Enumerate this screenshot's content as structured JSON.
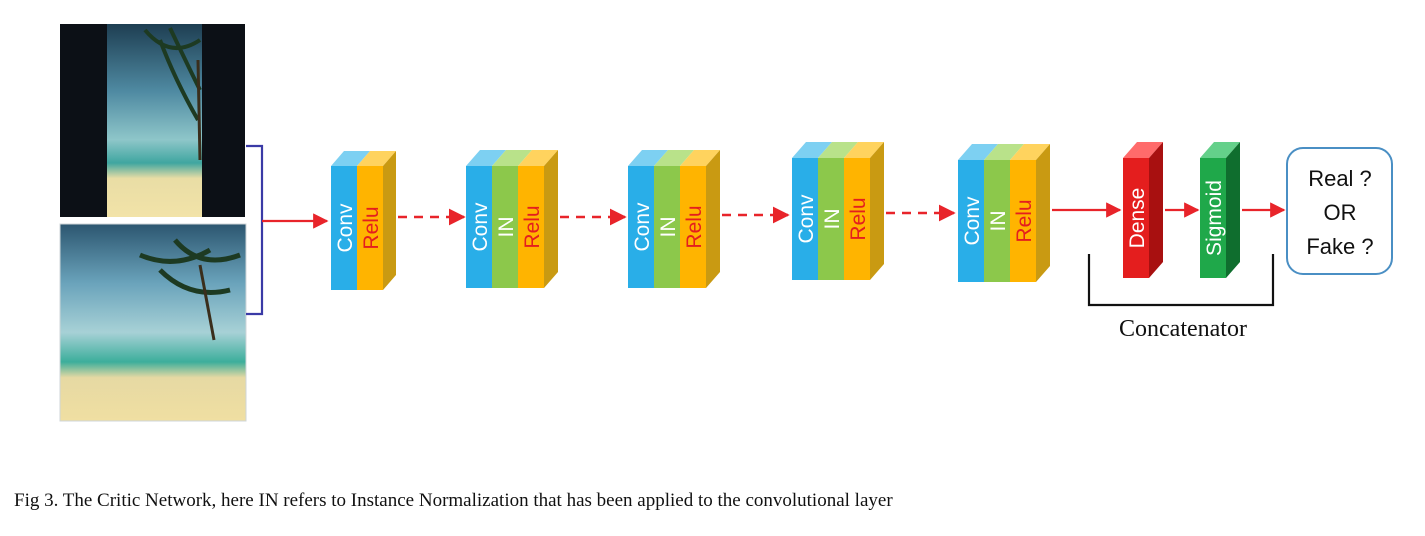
{
  "diagram": {
    "block1": {
      "labels": [
        "Conv",
        "Relu"
      ]
    },
    "block2": {
      "labels": [
        "Conv",
        "IN",
        "Relu"
      ]
    },
    "block3": {
      "labels": [
        "Conv",
        "IN",
        "Relu"
      ]
    },
    "block4": {
      "labels": [
        "Conv",
        "IN",
        "Relu"
      ]
    },
    "block5": {
      "labels": [
        "Conv",
        "IN",
        "Relu"
      ]
    },
    "dense_label": "Dense",
    "sigmoid_label": "Sigmoid",
    "output_lines": [
      "Real ?",
      "OR",
      "Fake ?"
    ],
    "concatenator_label": "Concatenator"
  },
  "caption": "Fig 3.  The Critic Network, here IN refers to Instance Normalization that has been applied to the convolutional layer",
  "colors": {
    "conv": "#29aee8",
    "in": "#8cc84b",
    "relu": "#ffb400",
    "dense": "#e41e1e",
    "sigmoid": "#1fa84a",
    "arrow": "#e8242a",
    "bracket": "#3a3aa6",
    "output_border": "#4a8fc4"
  }
}
